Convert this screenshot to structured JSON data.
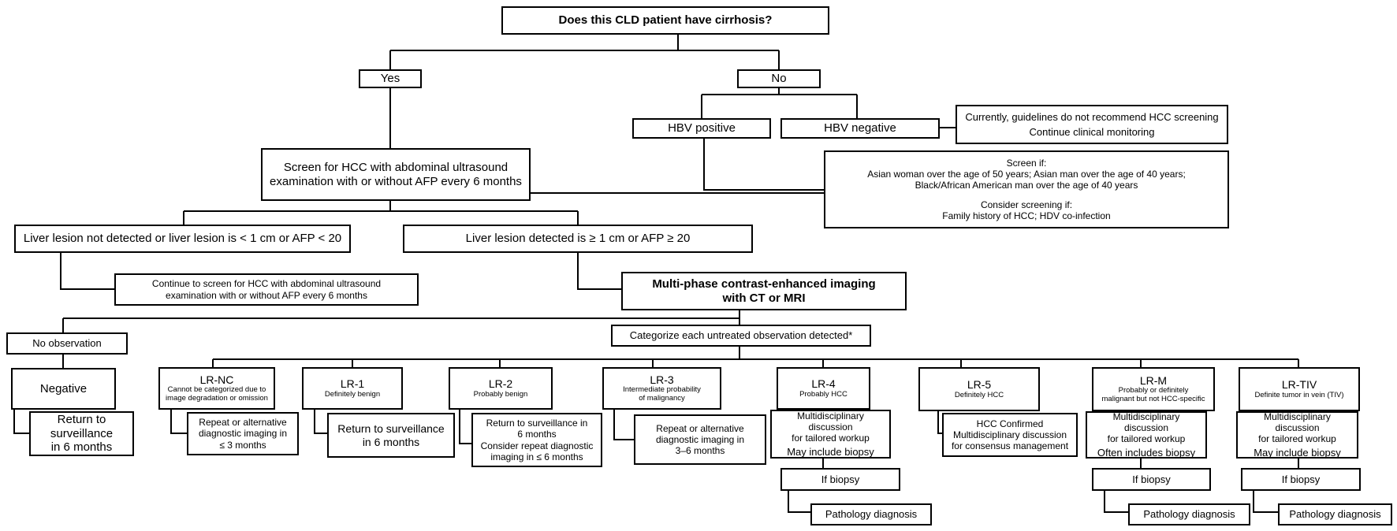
{
  "question": "Does this CLD patient have cirrhosis?",
  "yes": "Yes",
  "no": "No",
  "hbv_positive": "HBV positive",
  "hbv_negative": "HBV negative",
  "no_screen": {
    "line1": "Currently, guidelines do not recommend HCC screening",
    "line2": "Continue clinical monitoring"
  },
  "screen_if": {
    "heading": "Screen if:",
    "line1": "Asian woman over the age of 50 years; Asian man over the age of 40 years;",
    "line2": "Black/African American man over the age of 40 years",
    "consider": "Consider screening if:",
    "line3": "Family history of HCC; HDV co-infection"
  },
  "screen_hcc": {
    "line1": "Screen for HCC with abdominal ultrasound",
    "line2": "examination with or without AFP every 6 months"
  },
  "lesion_not_detected": "Liver lesion not detected or liver lesion is < 1 cm or AFP < 20",
  "lesion_detected": "Liver lesion detected is ≥ 1 cm or AFP ≥ 20",
  "continue_screen": {
    "line1": "Continue to screen for HCC with abdominal ultrasound",
    "line2": "examination with or without AFP every 6 months"
  },
  "multiphase": {
    "line1": "Multi-phase contrast-enhanced imaging",
    "line2": "with CT or MRI"
  },
  "no_observation": "No observation",
  "categorize": "Categorize each untreated observation detected*",
  "negative": "Negative",
  "return_surv": {
    "line1": "Return to",
    "line2": "surveillance",
    "line3": "in 6 months"
  },
  "lrnc": {
    "title": "LR-NC",
    "sub1": "Cannot be categorized due to",
    "sub2": "image degradation or omission",
    "action1": "Repeat or alternative",
    "action2": "diagnostic imaging in",
    "action3": "≤ 3 months"
  },
  "lr1": {
    "title": "LR-1",
    "sub1": "Definitely benign",
    "action1": "Return to surveillance",
    "action2": "in 6 months"
  },
  "lr2": {
    "title": "LR-2",
    "sub1": "Probably benign",
    "action1": "Return to surveillance in",
    "action2": "6 months",
    "action3": "Consider repeat diagnostic",
    "action4": "imaging in ≤ 6 months"
  },
  "lr3": {
    "title": "LR-3",
    "sub1": "Intermediate probability",
    "sub2": "of malignancy",
    "action1": "Repeat or alternative",
    "action2": "diagnostic imaging in",
    "action3": "3–6 months"
  },
  "lr4": {
    "title": "LR-4",
    "sub1": "Probably HCC",
    "action1": "Multidisciplinary discussion",
    "action2": "for tailored workup",
    "action3": "May include biopsy",
    "if_biopsy": "If biopsy",
    "pathology": "Pathology diagnosis"
  },
  "lr5": {
    "title": "LR-5",
    "sub1": "Definitely HCC",
    "action1": "HCC Confirmed",
    "action2": "Multidisciplinary discussion",
    "action3": "for consensus management"
  },
  "lrm": {
    "title": "LR-M",
    "sub1": "Probably or definitely",
    "sub2": "malignant but not HCC-specific",
    "action1": "Multidisciplinary discussion",
    "action2": "for tailored workup",
    "action3": "Often includes biopsy",
    "if_biopsy": "If biopsy",
    "pathology": "Pathology diagnosis"
  },
  "lrtiv": {
    "title": "LR-TIV",
    "sub1": "Definite tumor in vein (TIV)",
    "action1": "Multidisciplinary discussion",
    "action2": "for tailored workup",
    "action3": "May include biopsy",
    "if_biopsy": "If biopsy",
    "pathology": "Pathology diagnosis"
  }
}
